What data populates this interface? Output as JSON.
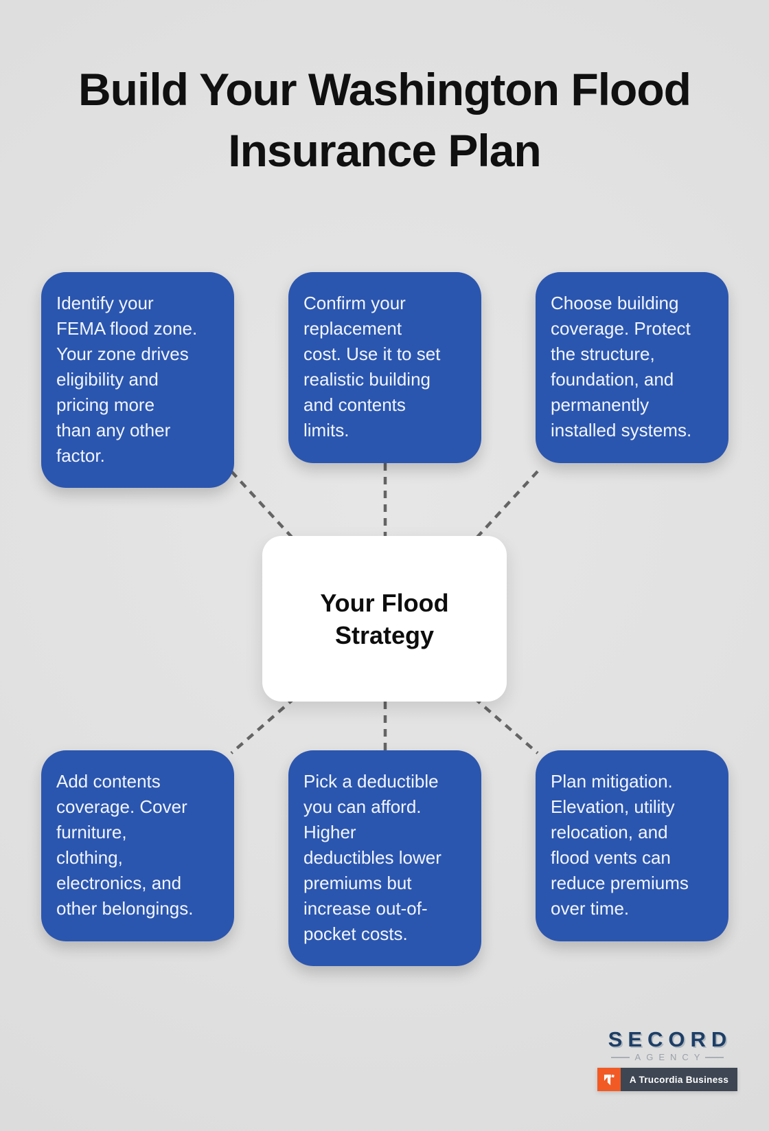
{
  "title": {
    "text": "Build Your Washington Flood\nInsurance Plan"
  },
  "center": {
    "title": "Your Flood\nStrategy"
  },
  "nodes": [
    {
      "id": "flood-zone",
      "text": "Identify your\nFEMA flood zone.\nYour zone drives\neligibility and\npricing more\nthan any other\nfactor."
    },
    {
      "id": "replacement-cost",
      "text": "Confirm your\nreplacement\ncost. Use it to set\nrealistic building\nand contents\nlimits."
    },
    {
      "id": "building-coverage",
      "text": "Choose building\ncoverage. Protect\nthe structure,\nfoundation, and\npermanently\ninstalled systems."
    },
    {
      "id": "contents-coverage",
      "text": "Add contents\ncoverage. Cover\nfurniture,\nclothing,\nelectronics, and\nother belongings."
    },
    {
      "id": "deductible",
      "text": "Pick a deductible\nyou can afford.\nHigher\ndeductibles lower\npremiums but\nincrease out-of-\npocket costs."
    },
    {
      "id": "mitigation",
      "text": "Plan mitigation.\nElevation, utility\nrelocation, and\nflood vents can\nreduce premiums\nover time."
    }
  ],
  "logo": {
    "brand": "SECORD",
    "division": "AGENCY",
    "badge": "A Trucordia Business"
  },
  "colors": {
    "background": "#e0e0e0",
    "node_blue": "#2b56af",
    "node_text": "#f1f5fc",
    "connector_gray": "#646464",
    "center_white": "#ffffff",
    "title_black": "#101010",
    "brand_navy": "#1d3e66",
    "division_gray": "#9aa1a9",
    "badge_orange": "#f15a24",
    "badge_slate": "#3d4652"
  }
}
